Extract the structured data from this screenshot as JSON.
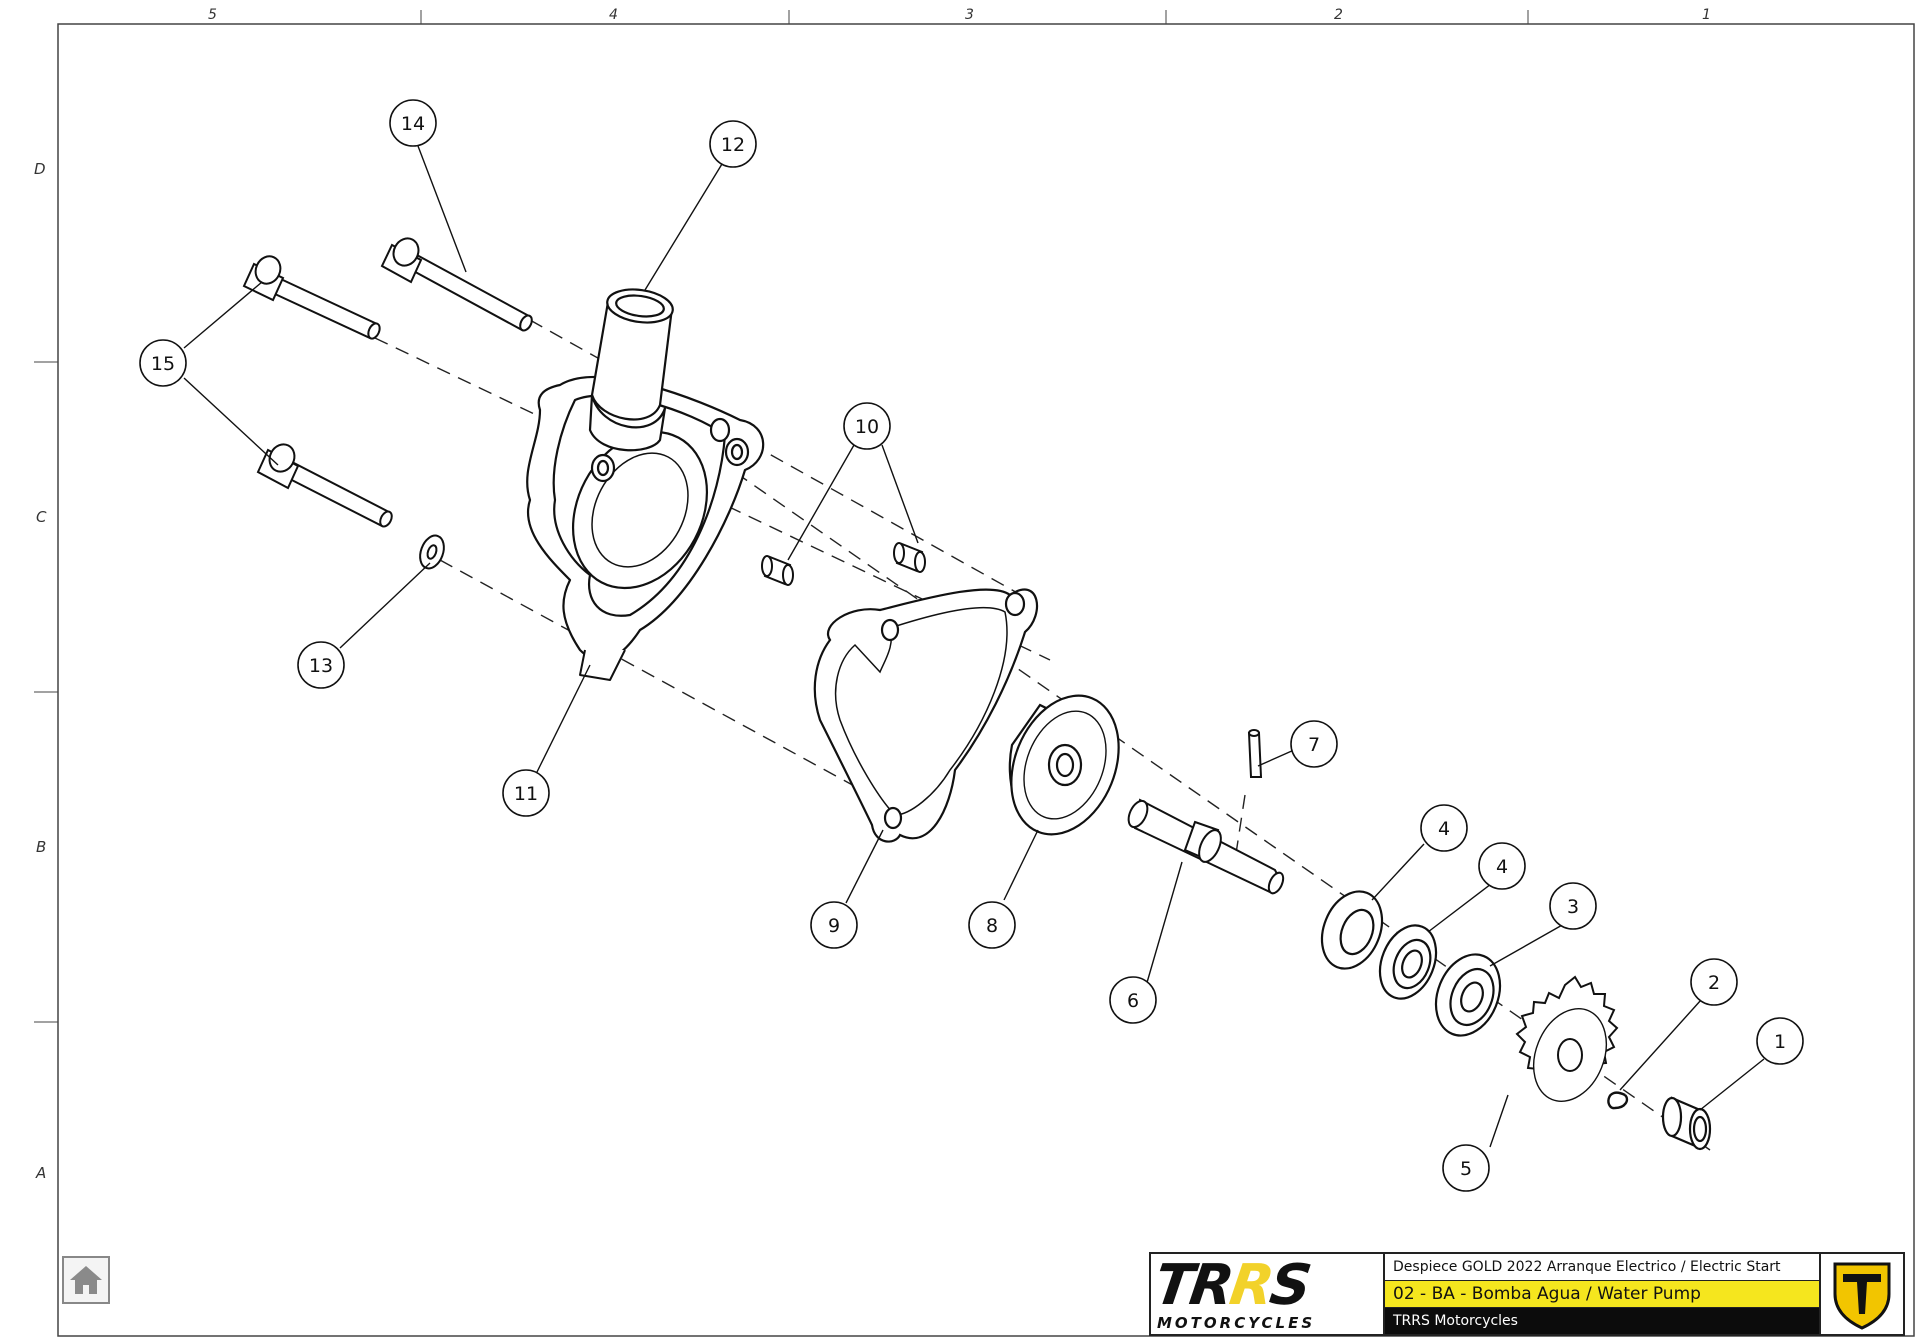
{
  "sheet": {
    "zone_columns": [
      "5",
      "4",
      "3",
      "2",
      "1"
    ],
    "zone_rows": [
      "D",
      "C",
      "B",
      "A"
    ]
  },
  "callouts": [
    "14",
    "12",
    "15",
    "10",
    "13",
    "11",
    "9",
    "8",
    "7",
    "6",
    "4",
    "4",
    "3",
    "2",
    "1",
    "5"
  ],
  "title_block": {
    "logo_prefix": "TR",
    "logo_highlight": "R",
    "logo_suffix": "S",
    "logo_subtitle": "MOTORCYCLES",
    "description": "Despiece GOLD 2022 Arranque Electrico / Electric Start",
    "part_group": "02 - BA - Bomba Agua / Water Pump",
    "company": "TRRS Motorcycles"
  },
  "navigation": {
    "home_icon": "home-icon"
  },
  "colors": {
    "accent_yellow": "#f5e61e",
    "dark": "#0c0c0c",
    "line": "#111111"
  }
}
